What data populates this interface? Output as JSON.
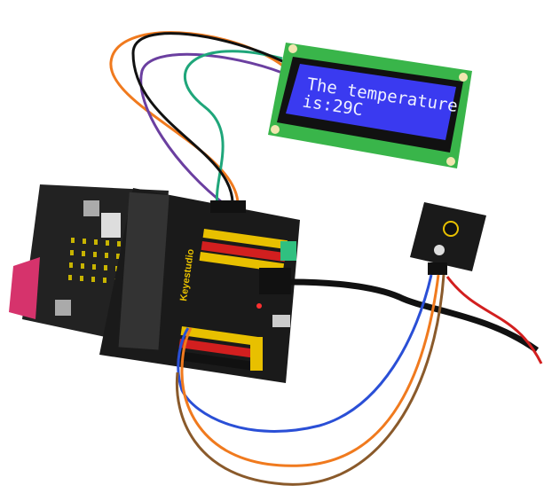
{
  "lcd": {
    "line1": "The temperature",
    "line2": "is:29C",
    "backlight_color": "#3a3af0",
    "board_color": "#39b54a"
  },
  "shield": {
    "brand": "Keyestudio",
    "board_color": "#1a1a1a"
  },
  "microbit": {
    "board_color": "#222222",
    "accent_color": "#d6336c"
  },
  "wire_colors": [
    "#f07a1e",
    "#6b3fa0",
    "#1fa67a",
    "#111111",
    "#2a4fd6",
    "#8a5a2b",
    "#d21f1f"
  ]
}
